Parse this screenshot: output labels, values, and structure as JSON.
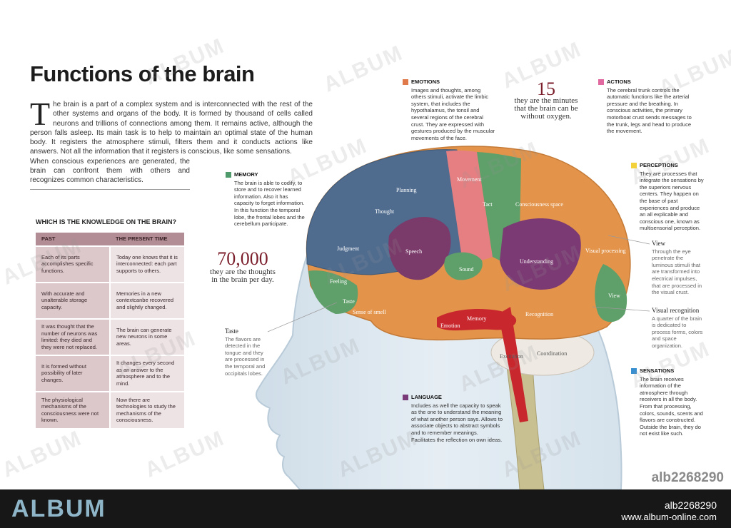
{
  "title": "Functions of the brain",
  "intro": {
    "dropcap": "T",
    "text": "he brain is a part of a complex system and is interconnected with the rest of the other systems and organs of the body. It is formed by thousand of cells called neurons and trillions of connections among them. It remains active, although the person falls asleep. Its main task is to help to maintain an optimal state of the human body. It registers the atmosphere stimuli, filters them and it conducts actions like answers. Not all the information that it registers is conscious, like some sensations.",
    "text2": "When conscious experiences are generated, the brain can confront them with others and recognizes common characteristics."
  },
  "table": {
    "title": "WHICH IS THE KNOWLEDGE ON THE BRAIN?",
    "headers": [
      "PAST",
      "THE PRESENT TIME"
    ],
    "rows": [
      [
        "Each of its parts accomplishes specific functions.",
        "Today one knows that it is interconnected: each part supports to others."
      ],
      [
        "With accurate and unalterable storage capacity.",
        "Memories in a new contextcanbe recovered and slightly changed."
      ],
      [
        "It was thought that the number of neurons was limited: they died and they were not replaced.",
        "The brain can generate new neurons in some areas."
      ],
      [
        "It is formed without possibility of later changes.",
        "It changes every second as an answer to the atmosphere and to the mind."
      ],
      [
        "The physiological mechanisms of the consciousness were not known.",
        "Now there are technologies to study the mechanisms of the consciousness."
      ]
    ]
  },
  "stats": [
    {
      "number": "70,000",
      "caption": "they are the thoughts in the brain per day."
    },
    {
      "number": "15",
      "caption": "they are the minutes that the brain can be without oxygen."
    }
  ],
  "callouts": {
    "memory": {
      "title": "MEMORY",
      "color": "#4e9a6a",
      "text": "The brain is able to codify, to store and to recover learned information. Also it has capacity to forget information. In this function the temporal lobe, the frontal lobes and the cerebellum participate."
    },
    "emotions": {
      "title": "EMOTIONS",
      "color": "#e07a4a",
      "text": "Images and thoughts, among others stimuli, activate the limbic system, that includes the hypothalamus, the tonsil and several regions of the cerebral crust. They are expressed with gestures produced by the muscular movements of the face."
    },
    "actions": {
      "title": "ACTIONS",
      "color": "#e06aa0",
      "text": "The cerebral trunk controls the automatic functions like the arterial pressure and the breathing. In conscious activities, the primary motorboat crust sends messages to the trunk, legs and head to produce the movement."
    },
    "perceptions": {
      "title": "PERCEPTIONS",
      "color": "#f2d13a",
      "text": "They are processes that integrate the sensations by the superiors nervous centers. They happen on the base of past experiences and produce an all explicable and conscious one, known as multisensorial perception."
    },
    "sensations": {
      "title": "SENSATIONS",
      "color": "#3a8fd0",
      "text": "The brain receives information of the atmosphere through receivers in all the body. From that processing, colors, sounds, scents and flavors are constructed. Outside the brain, they do not exist like such."
    },
    "language": {
      "title": "LANGUAGE",
      "color": "#7a3a7a",
      "text": "Includes as well the capacity to speak as the one to understand the meaning of what another person says. Allows to associate objects to abstract symbols and to remember meanings. Facilitates the reflection on own ideas."
    }
  },
  "subnotes": {
    "taste": {
      "title": "Taste",
      "text": "The flavors are detected in the tongue and they are processed in the temporal and occipitals lobes."
    },
    "view": {
      "title": "View",
      "text": "Through the eye penetrate the luminous stimuli that are transformed into electrical impulses, that are processed in the visual crust."
    },
    "visual_recognition": {
      "title": "Visual recognition",
      "text": "A quarter of the brain is dedicated to process forms, colors and space organization."
    }
  },
  "regions": {
    "planning": "Planning",
    "thought": "Thought",
    "judgment": "Judgment",
    "speech": "Speech",
    "feeling": "Feeling",
    "taste": "Taste",
    "smell": "Sense of smell",
    "movement": "Movement",
    "tact": "Tact",
    "consciousness": "Consciousness space",
    "understanding": "Understanding",
    "visual": "Visual processing",
    "view": "View",
    "sound": "Sound",
    "memory": "Memory",
    "emotion": "Emotion",
    "recognition": "Recognition",
    "coordination": "Coordination",
    "excitation": "Excitation"
  },
  "watermark": "ALBUM",
  "image_id": "alb2268290",
  "footer": {
    "logo": "ALBUM",
    "id": "alb2268290",
    "url": "www.album-online.com"
  }
}
